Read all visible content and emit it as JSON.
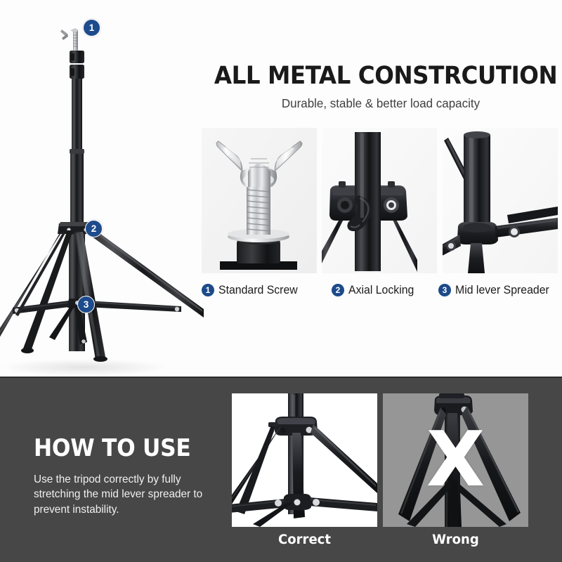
{
  "header": {
    "title": "ALL METAL CONSTRCUTION",
    "subtitle": "Durable, stable & better load capacity"
  },
  "features": {
    "panels": [
      {
        "num": "1",
        "label": "Standard Screw",
        "icon": "wing-screw-photo",
        "bg": "#f2f2f2"
      },
      {
        "num": "2",
        "label": "Axial Locking",
        "icon": "axial-lock-photo",
        "bg": "#fafafa"
      },
      {
        "num": "3",
        "label": "Mid lever Spreader",
        "icon": "mid-spreader-photo",
        "bg": "#fbfbfb"
      }
    ]
  },
  "callouts": [
    {
      "num": "1",
      "target": "standard-screw"
    },
    {
      "num": "2",
      "target": "axial-locking"
    },
    {
      "num": "3",
      "target": "mid-lever-spreader"
    }
  ],
  "howto": {
    "title": "HOW TO USE",
    "body": "Use the tripod correctly by fully stretching the mid lever spreader to prevent instability.",
    "cases": [
      {
        "label": "Correct",
        "state": "ok",
        "overlay": ""
      },
      {
        "label": "Wrong",
        "state": "bad",
        "overlay": "X"
      }
    ]
  },
  "colors": {
    "badge_blue": "#1c4a8a",
    "dark_panel": "#474747",
    "wrong_bg": "#969696",
    "title_black": "#1a1a1a",
    "white": "#ffffff"
  },
  "product": {
    "name": "metal-light-stand-tripod"
  }
}
